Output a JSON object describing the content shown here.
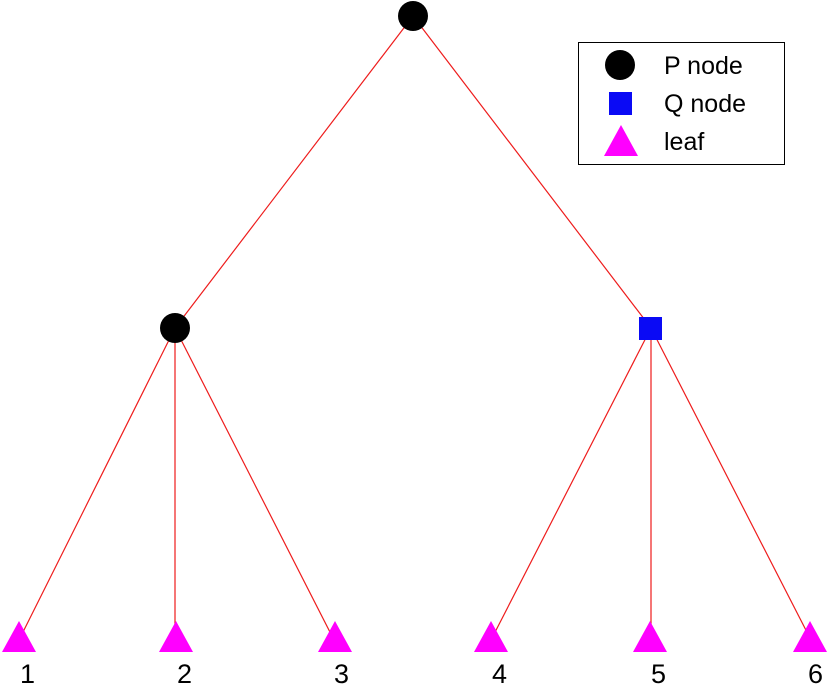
{
  "colors": {
    "edge": "#ee1c1c",
    "p_node": "#000000",
    "q_node": "#0a0af5",
    "leaf": "#ff00ff"
  },
  "legend": {
    "p_node_label": "P node",
    "q_node_label": "Q node",
    "leaf_label": "leaf"
  },
  "tree": {
    "root": {
      "type": "P"
    },
    "internal": [
      {
        "type": "P",
        "children": [
          "1",
          "2",
          "3"
        ]
      },
      {
        "type": "Q",
        "children": [
          "4",
          "5",
          "6"
        ]
      }
    ],
    "leaves": [
      "1",
      "2",
      "3",
      "4",
      "5",
      "6"
    ]
  }
}
